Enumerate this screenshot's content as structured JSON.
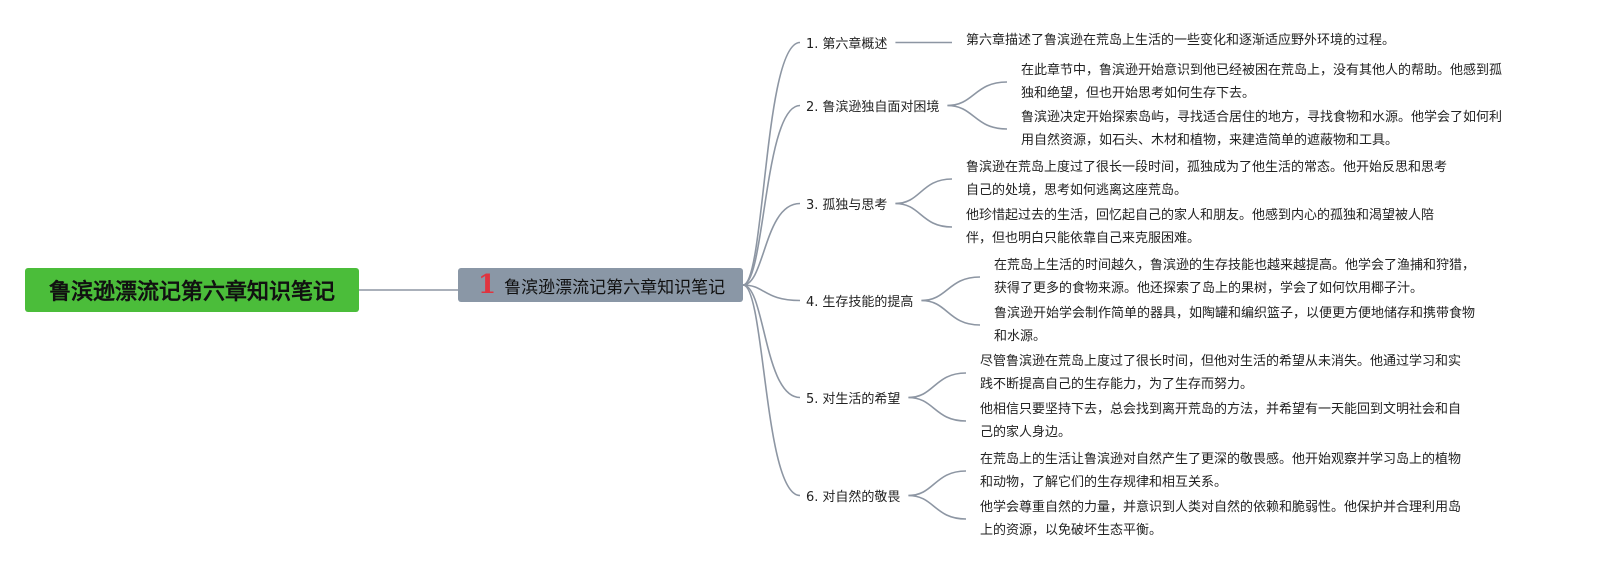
{
  "colors": {
    "root": "#4bbd3a",
    "center": "#8a97a6",
    "number": "#e0343f",
    "connector": "#8d96a3"
  },
  "root": {
    "title": "鲁滨逊漂流记第六章知识笔记"
  },
  "center": {
    "number": "1",
    "title": "鲁滨逊漂流记第六章知识笔记"
  },
  "branches": [
    {
      "index": "1.",
      "label": "第六章概述",
      "notes": [
        {
          "text": "第六章描述了鲁滨逊在荒岛上生活的一些变化和逐渐适应野外环境的过程。"
        }
      ]
    },
    {
      "index": "2.",
      "label": "鲁滨逊独自面对困境",
      "notes": [
        {
          "text": "在此章节中，鲁滨逊开始意识到他已经被困在荒岛上，没有其他人的帮助。他感到孤独和绝望，但也开始思考如何生存下去。"
        },
        {
          "text": "鲁滨逊决定开始探索岛屿，寻找适合居住的地方，寻找食物和水源。他学会了如何利用自然资源，如石头、木材和植物，来建造简单的遮蔽物和工具。"
        }
      ]
    },
    {
      "index": "3.",
      "label": "孤独与思考",
      "notes": [
        {
          "text": "鲁滨逊在荒岛上度过了很长一段时间，孤独成为了他生活的常态。他开始反思和思考自己的处境，思考如何逃离这座荒岛。"
        },
        {
          "text": "他珍惜起过去的生活，回忆起自己的家人和朋友。他感到内心的孤独和渴望被人陪伴，但也明白只能依靠自己来克服困难。"
        }
      ]
    },
    {
      "index": "4.",
      "label": "生存技能的提高",
      "notes": [
        {
          "text": "在荒岛上生活的时间越久，鲁滨逊的生存技能也越来越提高。他学会了渔捕和狩猎，获得了更多的食物来源。他还探索了岛上的果树，学会了如何饮用椰子汁。"
        },
        {
          "text": "鲁滨逊开始学会制作简单的器具，如陶罐和编织篮子，以便更方便地储存和携带食物和水源。"
        }
      ]
    },
    {
      "index": "5.",
      "label": "对生活的希望",
      "notes": [
        {
          "text": "尽管鲁滨逊在荒岛上度过了很长时间，但他对生活的希望从未消失。他通过学习和实践不断提高自己的生存能力，为了生存而努力。"
        },
        {
          "text": "他相信只要坚持下去，总会找到离开荒岛的方法，并希望有一天能回到文明社会和自己的家人身边。"
        }
      ]
    },
    {
      "index": "6.",
      "label": "对自然的敬畏",
      "notes": [
        {
          "text": "在荒岛上的生活让鲁滨逊对自然产生了更深的敬畏感。他开始观察并学习岛上的植物和动物，了解它们的生存规律和相互关系。"
        },
        {
          "text": "他学会尊重自然的力量，并意识到人类对自然的依赖和脆弱性。他保护并合理利用岛上的资源，以免破坏生态平衡。"
        }
      ]
    }
  ]
}
